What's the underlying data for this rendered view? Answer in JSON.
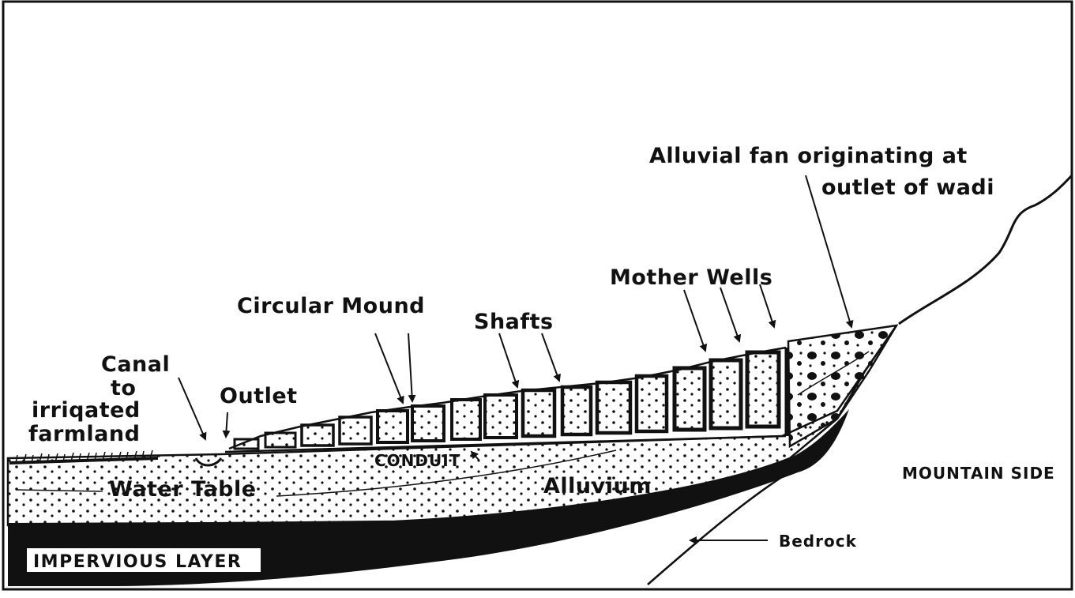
{
  "labels": {
    "canal_line1": "Canal",
    "canal_line2": "to",
    "canal_line3": "irriqated",
    "canal_line4": "farmland",
    "outlet": "Outlet",
    "circular_mound": "Circular Mound",
    "shafts": "Shafts",
    "mother_wells": "Mother Wells",
    "alluvial_fan_line1": "Alluvial fan originating at",
    "alluvial_fan_line2": "outlet of wadi",
    "conduit": "CONDUIT",
    "water_table": "Water Table",
    "alluvium": "Alluvium",
    "mountain_side": "MOUNTAIN SIDE",
    "bedrock": "Bedrock",
    "impervious_layer": "IMPERVIOUS LAYER"
  },
  "colors": {
    "ink": "#111111",
    "paper": "#ffffff"
  }
}
